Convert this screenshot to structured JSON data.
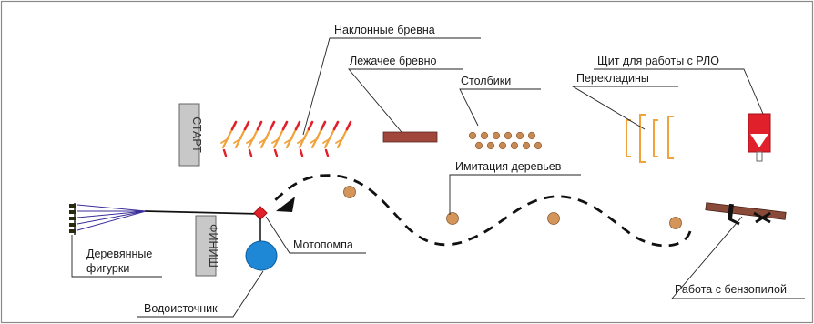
{
  "labels": {
    "sloped_logs": "Наклонные бревна",
    "lying_log": "Лежачее бревно",
    "posts": "Столбики",
    "crossbars": "Перекладины",
    "rlo_board": "Щит для работы с РЛО",
    "tree_imitation": "Имитация деревьев",
    "wooden_figures_line1": "Деревянные",
    "wooden_figures_line2": "фигурки",
    "motor_pump": "Мотопомпа",
    "water_source": "Водоисточник",
    "chainsaw_work": "Работа с бензопилой"
  },
  "signs": {
    "start": "СТАРТ",
    "finish": "ФИНИШ"
  },
  "colors": {
    "frame": "#8a8a8a",
    "sign_fill": "#c8c8c8",
    "log_orange": "#f2a23a",
    "log_red_tip": "#e0202a",
    "lying_log": "#a0463a",
    "post": "#c88a55",
    "tree": "#d4955a",
    "crossbar": "#f2a23a",
    "rlo_red": "#e0202a",
    "water": "#1e88d6",
    "pump": "#e0202a",
    "hose": "#3a2e9a",
    "saw_log": "#8a4a3a"
  },
  "icons": {
    "start_sign": "start-sign-icon",
    "finish_sign": "finish-sign-icon",
    "sloped_logs": "sloped-logs-icon",
    "lying_log": "lying-log-icon",
    "posts": "posts-icon",
    "crossbars": "crossbars-icon",
    "rlo_board": "rlo-board-icon",
    "trees": "tree-icon",
    "wooden_figures": "wooden-figures-icon",
    "motor_pump": "motor-pump-icon",
    "water_source": "water-source-icon",
    "chainsaw_log": "chainsaw-log-icon",
    "route": "dashed-route-icon"
  }
}
